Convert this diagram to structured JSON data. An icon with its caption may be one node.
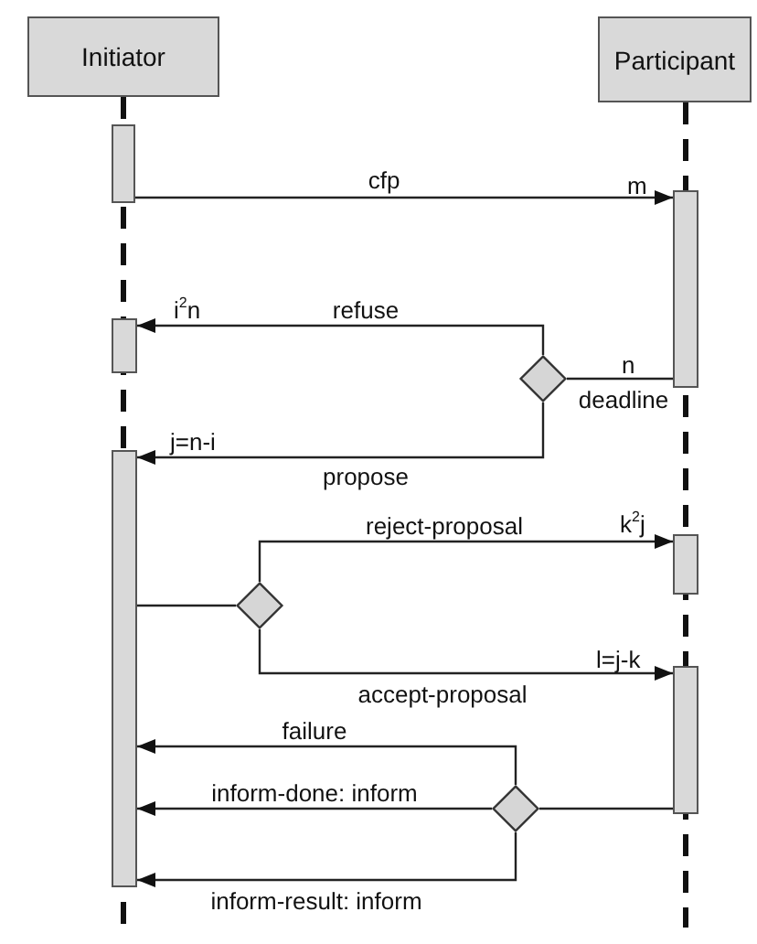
{
  "diagram": {
    "nodes": [
      {
        "text": [
          "Initiator"
        ]
      },
      {
        "text": [
          "Participant"
        ]
      },
      {
        "text": [],
        "shape": "bar"
      },
      {
        "text": [],
        "shape": "bar"
      },
      {
        "text": [],
        "shape": "bar"
      },
      {
        "text": [],
        "shape": "diamond"
      },
      {
        "text": [],
        "shape": "bar"
      },
      {
        "text": [],
        "shape": "bar"
      },
      {
        "text": [],
        "shape": "diamond"
      },
      {
        "text": [],
        "shape": "bar"
      },
      {
        "text": [],
        "shape": "diamond"
      }
    ],
    "edges": [
      {
        "from": 2,
        "to": 3,
        "arrow": "to",
        "label": "cfp"
      },
      {
        "from": 3,
        "to": 5,
        "arrow": "none",
        "label": "deadline"
      },
      {
        "from": 5,
        "to": 4,
        "arrow": "to",
        "label": "refuse"
      },
      {
        "from": 5,
        "to": 6,
        "arrow": "to",
        "label": "propose"
      },
      {
        "from": 6,
        "to": 8,
        "arrow": "none"
      },
      {
        "from": 8,
        "to": 7,
        "arrow": "to",
        "label": "reject-proposal"
      },
      {
        "from": 8,
        "to": 9,
        "arrow": "to",
        "label": "accept-proposal"
      },
      {
        "from": 9,
        "to": 10,
        "arrow": "none"
      },
      {
        "from": 10,
        "to": 6,
        "arrow": "to",
        "label": "failure"
      },
      {
        "from": 10,
        "to": 6,
        "arrow": "to",
        "label": "inform-done: inform"
      },
      {
        "from": 10,
        "to": 6,
        "arrow": "to",
        "label": "inform-result: inform"
      }
    ],
    "labels": [
      "m",
      "i$^{2}$n",
      "n",
      "j=n-i",
      "k$^{2}$j",
      "l=j-k"
    ]
  }
}
